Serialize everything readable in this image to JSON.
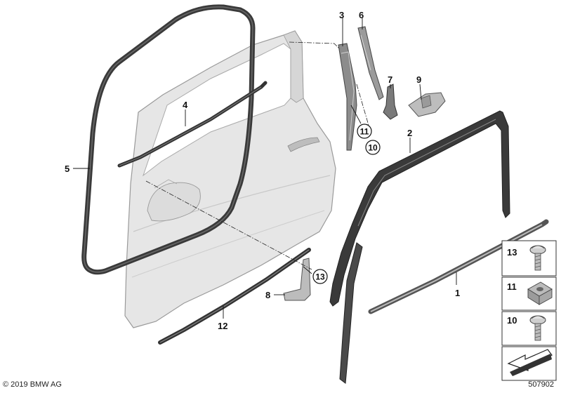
{
  "copyright": "© 2019 BMW AG",
  "diagram_id": "507902",
  "callouts": {
    "c1": "1",
    "c2": "2",
    "c3": "3",
    "c4": "4",
    "c5": "5",
    "c6": "6",
    "c7": "7",
    "c8": "8",
    "c9": "9",
    "c10": "10",
    "c11": "11",
    "c12": "12",
    "c13": "13"
  },
  "legend": [
    {
      "number": "13",
      "icon": "bolt-icon"
    },
    {
      "number": "11",
      "icon": "clip-nut-icon"
    },
    {
      "number": "10",
      "icon": "bolt-icon"
    },
    {
      "number": "",
      "icon": "arrow-icon"
    }
  ],
  "colors": {
    "door": "#e3e3e3",
    "seal": "#3a3a3a",
    "line": "#111111"
  }
}
